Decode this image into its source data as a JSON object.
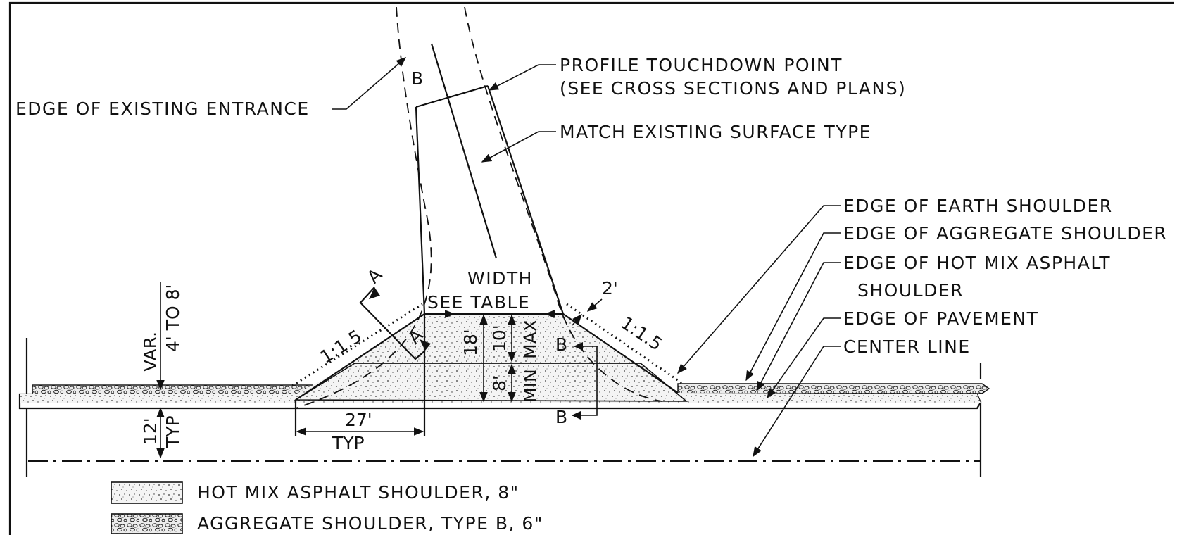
{
  "labels": {
    "profile_touchdown_1": "PROFILE TOUCHDOWN POINT",
    "profile_touchdown_2": "(SEE CROSS SECTIONS AND PLANS)",
    "edge_existing_entrance": "EDGE OF EXISTING ENTRANCE",
    "match_surface": "MATCH EXISTING SURFACE TYPE",
    "edge_earth_shoulder": "EDGE OF EARTH SHOULDER",
    "edge_aggregate_shoulder": "EDGE OF AGGREGATE SHOULDER",
    "edge_hma_shoulder_1": "EDGE OF HOT MIX ASPHALT",
    "edge_hma_shoulder_2": "SHOULDER",
    "edge_pavement": "EDGE OF PAVEMENT",
    "center_line": "CENTER LINE",
    "width": "WIDTH",
    "see_table": "SEE TABLE"
  },
  "dimensions": {
    "var": "VAR.",
    "var_range": "4' TO 8'",
    "twelve": "12'",
    "typ": "TYP",
    "twenty_seven": "27'",
    "eighteen": "18'",
    "ten": "10'",
    "max": "MAX",
    "eight": "8'",
    "min": "MIN",
    "two": "2'",
    "slope_left": "1:1.5",
    "slope_right": "1:1.5"
  },
  "section_marks": {
    "a_top": "A",
    "a_bottom": "A",
    "b_top": "B",
    "b_mid": "B",
    "b_bottom": "B"
  },
  "legend": [
    {
      "pattern": "stipple",
      "label": "HOT MIX ASPHALT SHOULDER, 8\""
    },
    {
      "pattern": "aggregate",
      "label": "AGGREGATE SHOULDER, TYPE B, 6\""
    }
  ]
}
